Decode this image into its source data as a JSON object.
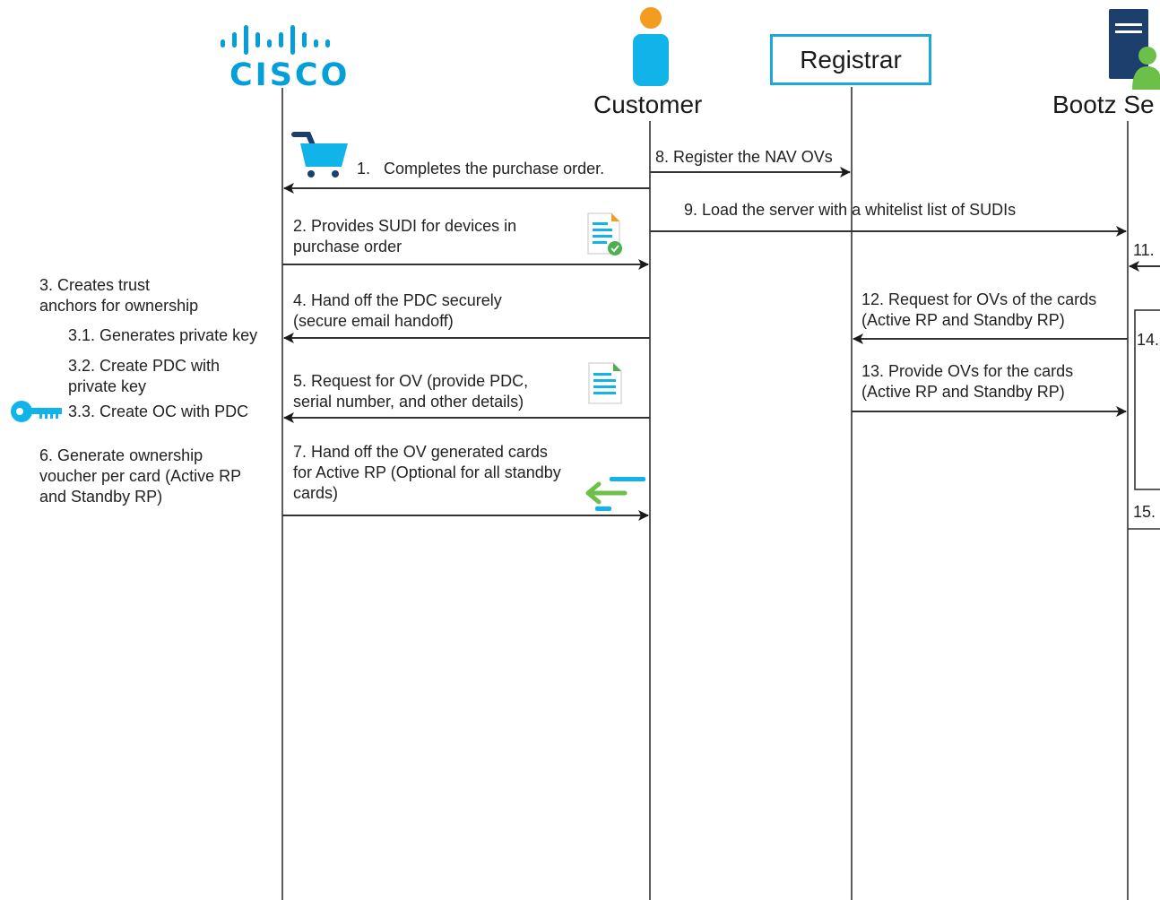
{
  "colors": {
    "cisco_blue": "#049fd9",
    "customer_blue": "#10b4e8",
    "customer_head": "#f39c1f",
    "line": "#333333",
    "server_dark": "#1d3f6e",
    "server_person": "#6cc04a",
    "doc_green": "#4caf50"
  },
  "participants": {
    "cisco": {
      "logo_text": "CISCO",
      "icon": "cisco-logo"
    },
    "customer": {
      "label": "Customer",
      "icon": "person-icon"
    },
    "registrar": {
      "label": "Registrar"
    },
    "bootz": {
      "label": "Bootz Se",
      "icon": "server-icon"
    }
  },
  "steps": {
    "s1": "1.   Completes the purchase order.",
    "s2": "2. Provides SUDI for devices in\npurchase order",
    "s3": "3. Creates trust\nanchors for ownership",
    "s3_1": "3.1. Generates private key",
    "s3_2": "3.2. Create PDC with\nprivate key",
    "s3_3": "3.3. Create OC with PDC",
    "s4": "4. Hand off the PDC securely\n(secure email handoff)",
    "s5": "5. Request for OV (provide PDC,\nserial number, and other details)",
    "s6": "6. Generate ownership\nvoucher per card (Active RP\nand Standby RP)",
    "s7": "7. Hand off the OV generated cards\nfor Active RP (Optional for all standby\ncards)",
    "s8": "8. Register the NAV OVs",
    "s9": "9. Load the server with a whitelist list of SUDIs",
    "s11": "11.",
    "s12": "12. Request for OVs of the cards\n(Active RP and Standby RP)",
    "s13": "13. Provide OVs for the cards\n(Active RP and Standby RP)",
    "s14": "14.",
    "s15": "15."
  },
  "icons": [
    "cart-icon",
    "document-check-icon",
    "document-icon",
    "key-icon",
    "transfer-arrows-icon"
  ]
}
